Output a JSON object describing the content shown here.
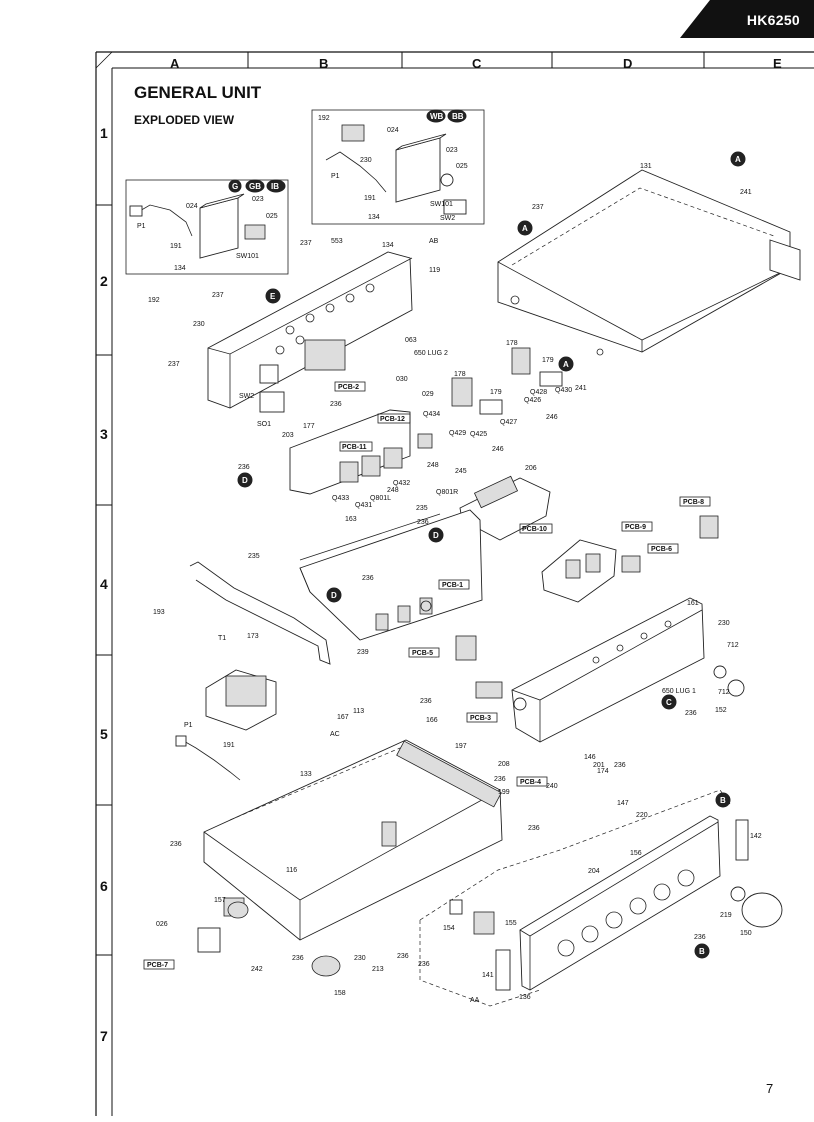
{
  "header": {
    "model": "HK6250",
    "tab_color": "#111111"
  },
  "grid": {
    "columns": [
      "A",
      "B",
      "C",
      "D",
      "E"
    ],
    "rows": [
      "1",
      "2",
      "3",
      "4",
      "5",
      "6",
      "7"
    ]
  },
  "title": "GENERAL UNIT",
  "subtitle": "EXPLODED VIEW",
  "page_number": "7",
  "inset_left": {
    "badges": [
      "G",
      "GB",
      "IB"
    ],
    "labels": [
      "024",
      "023",
      "025",
      "P1",
      "191",
      "SW101",
      "134"
    ]
  },
  "inset_right": {
    "badges": [
      "WB",
      "BB"
    ],
    "labels": [
      "192",
      "024",
      "023",
      "230",
      "025",
      "P1",
      "191",
      "SW101",
      "134",
      "SW2"
    ]
  },
  "markers": [
    "A",
    "A",
    "A",
    "B",
    "B",
    "C",
    "D",
    "D",
    "D",
    "E"
  ],
  "pcb_labels": [
    "PCB-1",
    "PCB-2",
    "PCB-3",
    "PCB-4",
    "PCB-5",
    "PCB-6",
    "PCB-7",
    "PCB-8",
    "PCB-9",
    "PCB-10",
    "PCB-11",
    "PCB-12"
  ],
  "part_labels": [
    "131",
    "241",
    "237",
    "553",
    "134",
    "AB",
    "119",
    "237",
    "192",
    "237",
    "230",
    "237",
    "063",
    "650 LUG 2",
    "030",
    "029",
    "SW2",
    "236",
    "SO1",
    "203",
    "177",
    "178",
    "179",
    "Q428",
    "Q430",
    "Q426",
    "241",
    "178",
    "179",
    "Q429",
    "Q425",
    "Q427",
    "246",
    "246",
    "Q434",
    "248",
    "245",
    "236",
    "Q433",
    "Q431",
    "Q801L",
    "Q432",
    "Q801R",
    "248",
    "235",
    "206",
    "163",
    "236",
    "235",
    "236",
    "193",
    "173",
    "239",
    "161",
    "230",
    "712",
    "T1",
    "113",
    "167",
    "166",
    "236",
    "197",
    "146",
    "201",
    "236",
    "650 LUG 1",
    "236",
    "152",
    "174",
    "208",
    "240",
    "199",
    "236",
    "P1",
    "191",
    "133",
    "AC",
    "236",
    "236",
    "147",
    "220",
    "156",
    "142",
    "204",
    "219",
    "150",
    "236",
    "155",
    "154",
    "141",
    "136",
    "AA",
    "157",
    "026",
    "242",
    "236",
    "230",
    "213",
    "236",
    "236",
    "158",
    "116",
    "712"
  ]
}
